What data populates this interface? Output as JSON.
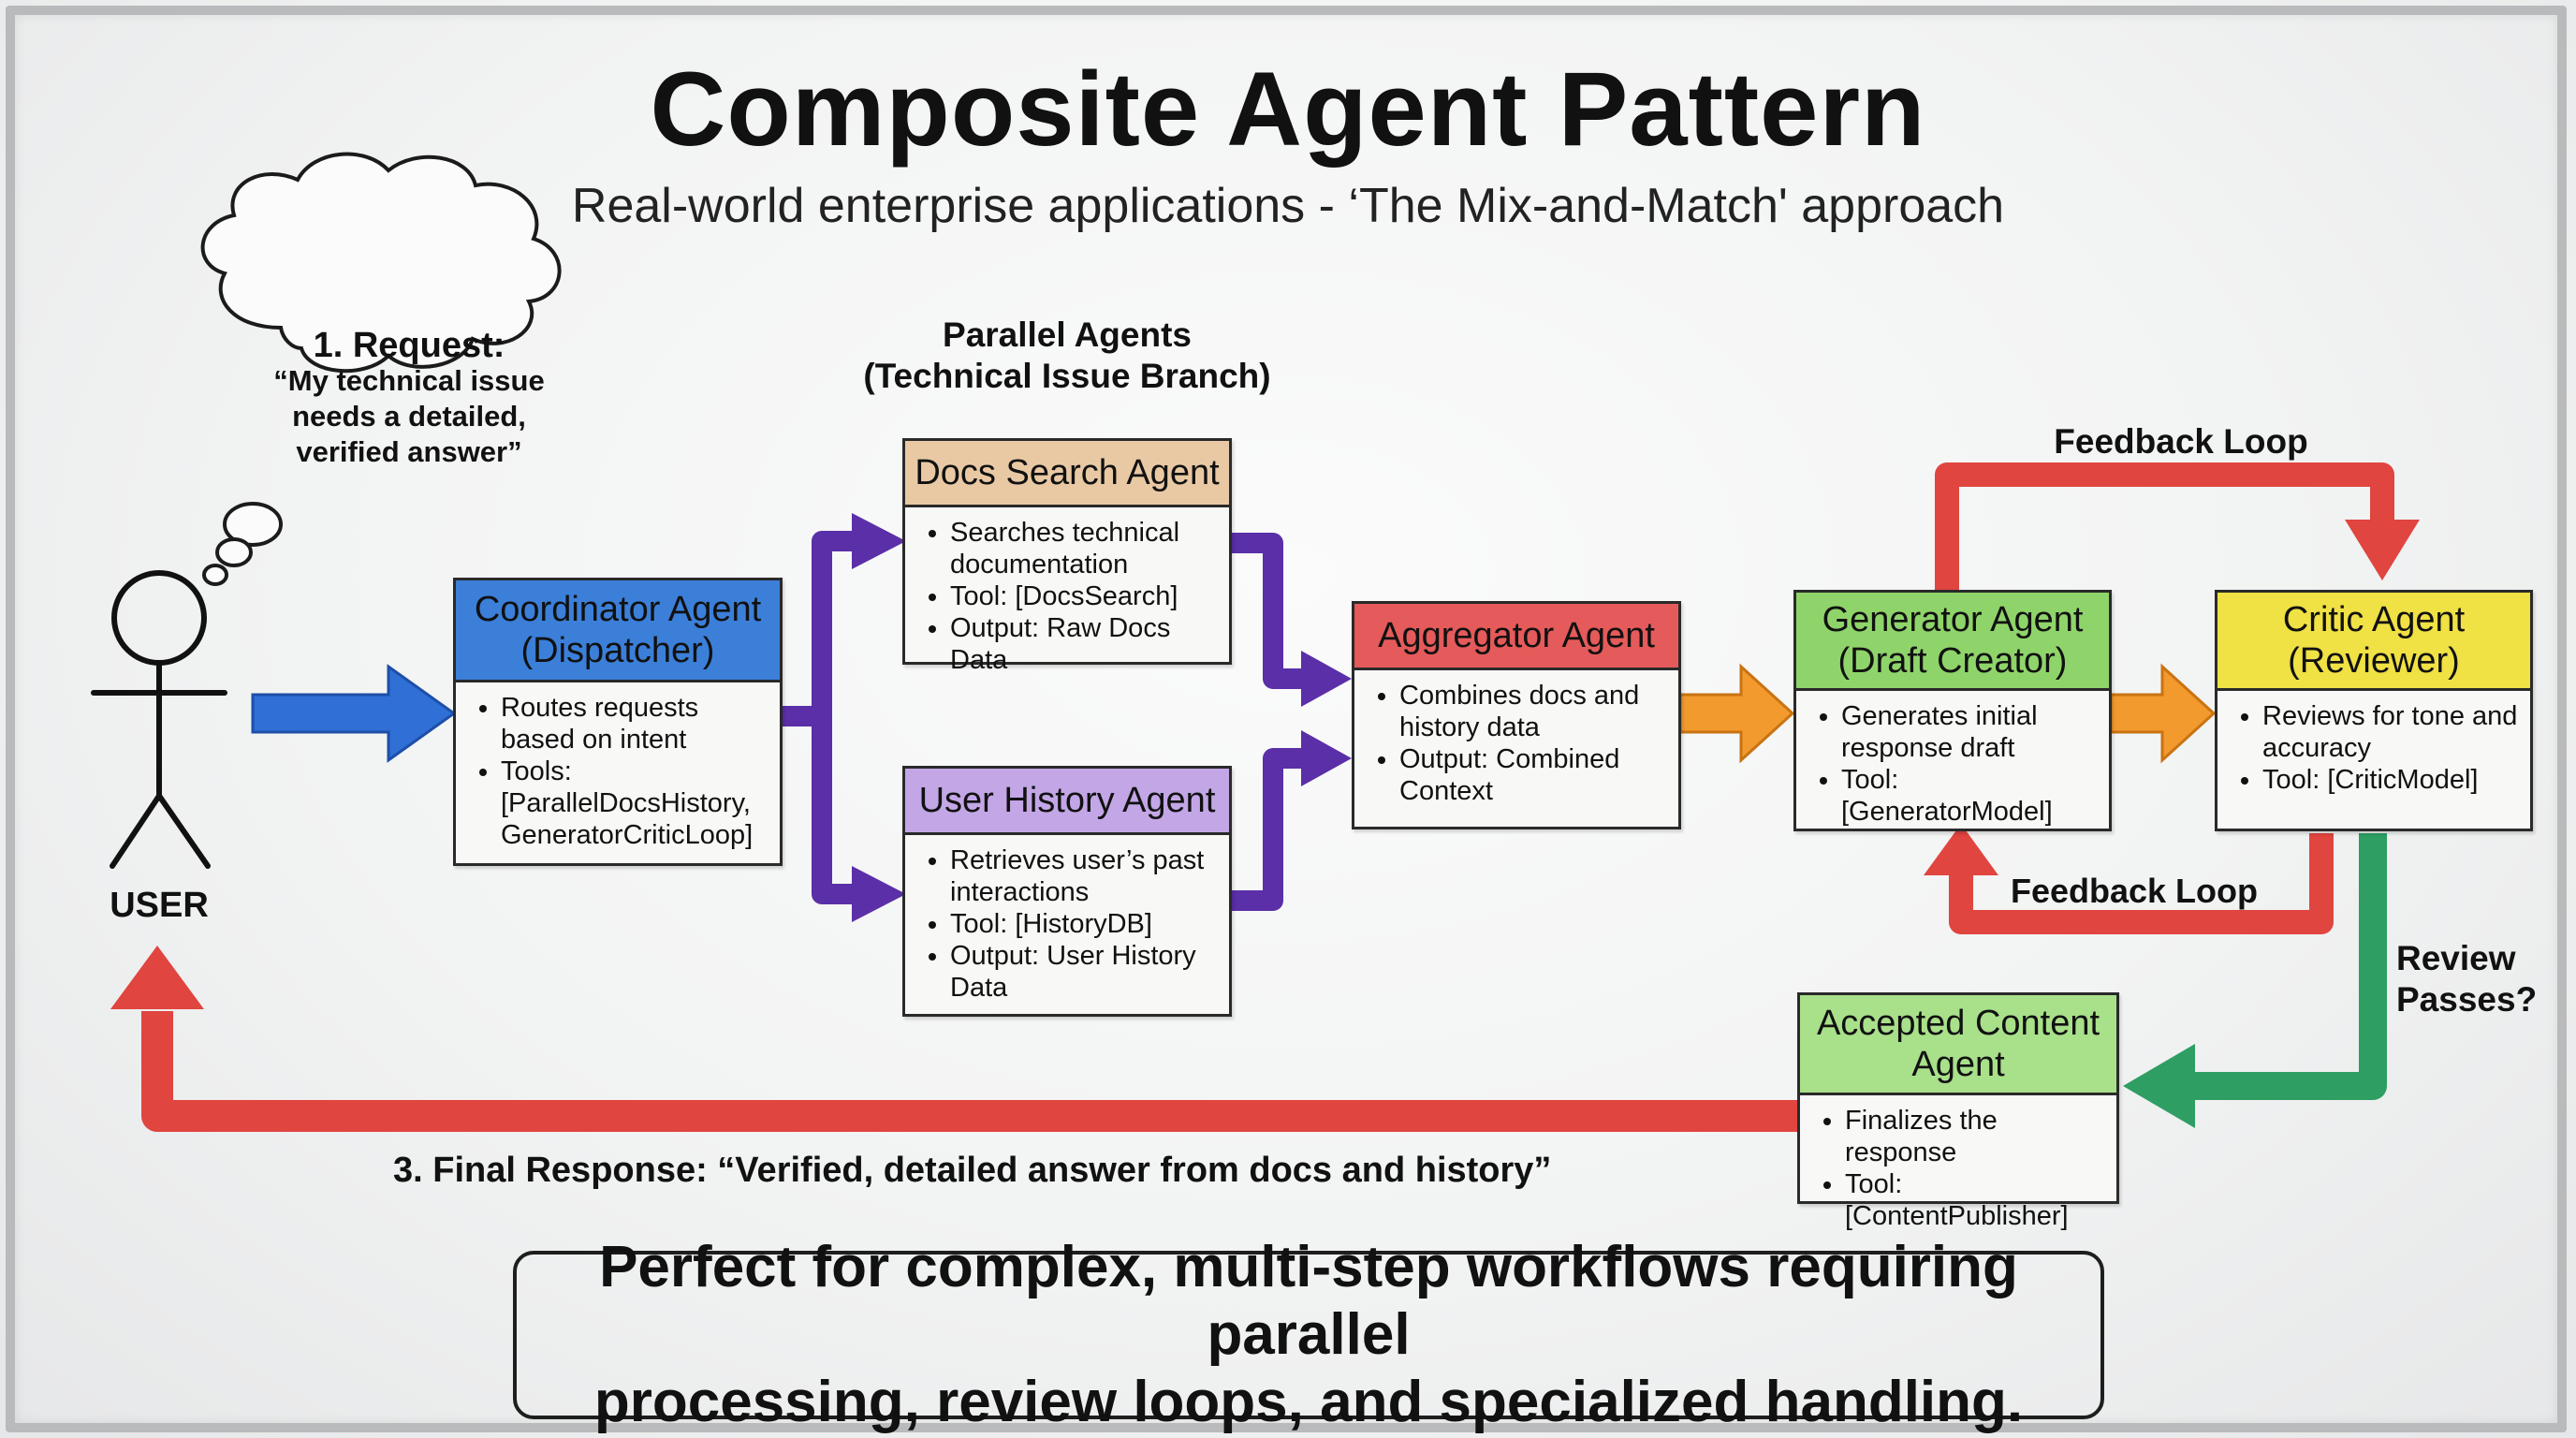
{
  "title": "Composite Agent Pattern",
  "subtitle": "Real-world enterprise applications - ‘The Mix-and-Match' approach",
  "request": {
    "line1": "1. Request:",
    "line2": "“My technical issue",
    "line3": "needs a detailed,",
    "line4": "verified answer”"
  },
  "user_label": "USER",
  "parallel_label": {
    "line1": "Parallel Agents",
    "line2": "(Technical Issue Branch)"
  },
  "agents": {
    "coordinator": {
      "title1": "Coordinator Agent",
      "title2": "(Dispatcher)",
      "color": "#3b7fd9",
      "bullets": [
        "Routes requests based on intent",
        "Tools: [ParallelDocsHistory, GeneratorCriticLoop]"
      ]
    },
    "docs": {
      "title1": "Docs Search Agent",
      "color": "#e9c9a4",
      "bullets": [
        "Searches technical documentation",
        "Tool: [DocsSearch]",
        "Output: Raw Docs Data"
      ]
    },
    "history": {
      "title1": "User History Agent",
      "color": "#c3a6e6",
      "bullets": [
        "Retrieves user’s past interactions",
        "Tool: [HistoryDB]",
        "Output: User History Data"
      ]
    },
    "aggregator": {
      "title1": "Aggregator Agent",
      "color": "#e55a5a",
      "bullets": [
        "Combines docs and history data",
        "Output: Combined Context"
      ]
    },
    "generator": {
      "title1": "Generator Agent",
      "title2": "(Draft Creator)",
      "color": "#8fd46a",
      "bullets": [
        "Generates initial response draft",
        "Tool: [GeneratorModel]"
      ]
    },
    "critic": {
      "title1": "Critic Agent",
      "title2": "(Reviewer)",
      "color": "#f0e144",
      "bullets": [
        "Reviews for tone and accuracy",
        "Tool: [CriticModel]"
      ]
    },
    "accepted": {
      "title1": "Accepted Content",
      "title2": "Agent",
      "color": "#a9e08a",
      "bullets": [
        "Finalizes the response",
        "Tool: [ContentPublisher]"
      ]
    }
  },
  "labels": {
    "feedback_top": "Feedback Loop",
    "feedback_bottom": "Feedback Loop",
    "review1": "Review",
    "review2": "Passes?",
    "final_response": "3. Final Response: “Verified, detailed answer from docs and history”"
  },
  "footer": "Perfect for complex, multi-step workflows requiring parallel\nprocessing, review loops, and specialized handling.",
  "colors": {
    "blue_arrow": "#2f6fd6",
    "purple_arrow": "#5a2fa8",
    "orange_arrow": "#f29a2e",
    "red_arrow": "#e0453f",
    "green_arrow": "#2e9e63"
  }
}
